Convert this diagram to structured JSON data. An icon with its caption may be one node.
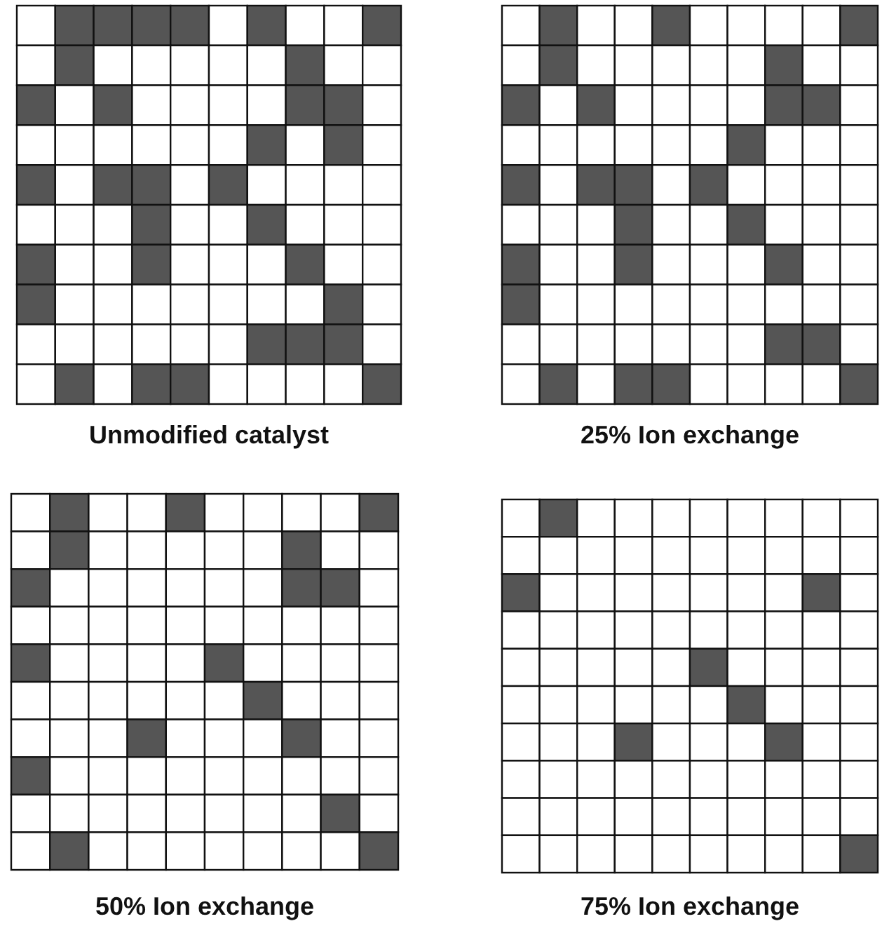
{
  "diagram": {
    "labels": [
      "Unmodified catalyst",
      "25% Ion exchange",
      "50% Ion exchange",
      "75% Ion exchange"
    ]
  }
}
